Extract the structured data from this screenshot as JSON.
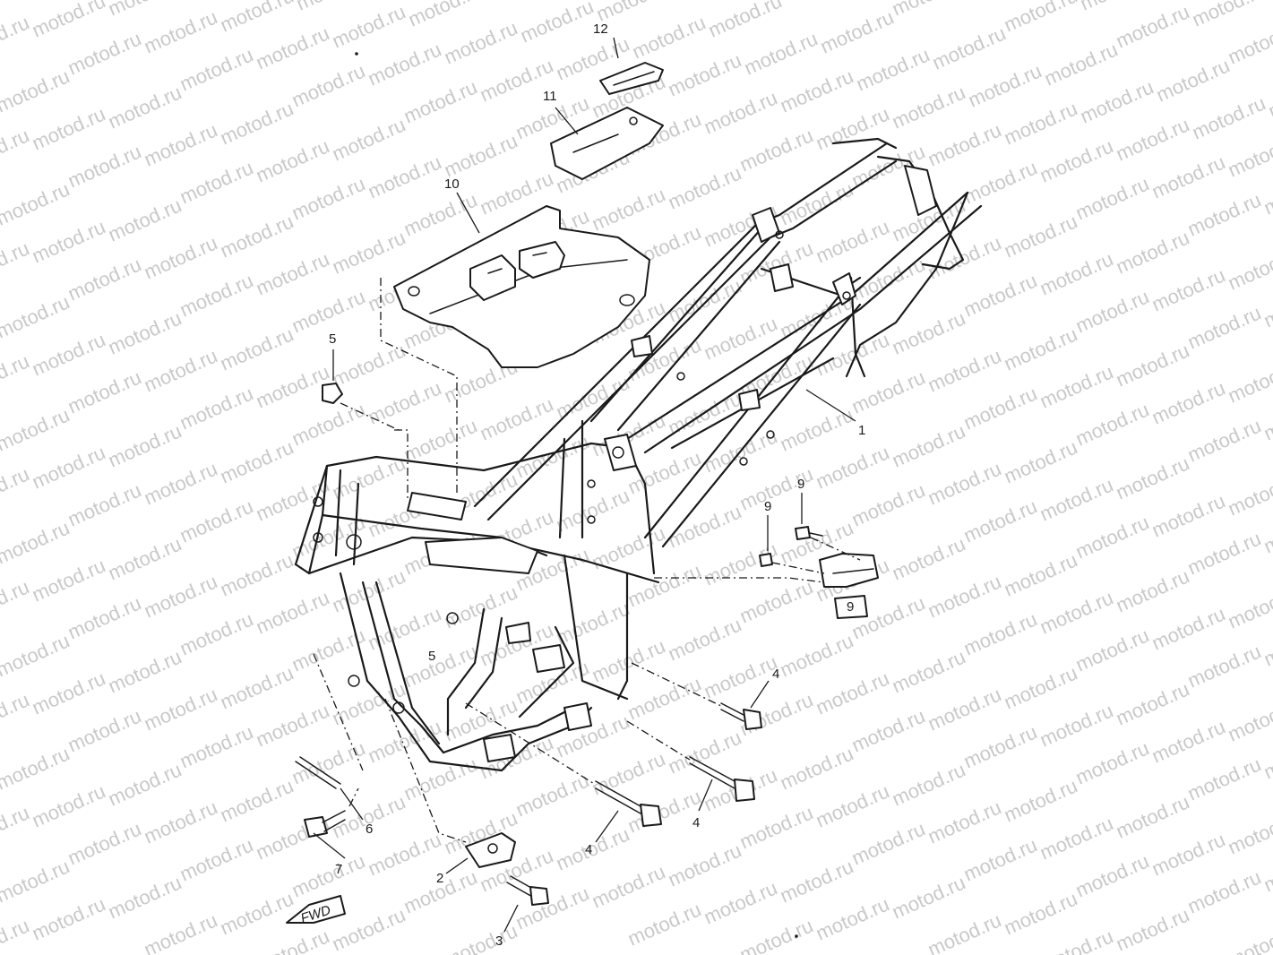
{
  "watermark": {
    "text": "motod.ru",
    "color": "#c9c9c9"
  },
  "diagram": {
    "line_color": "#1a1a1a",
    "direction_badge": "FWD",
    "callouts": [
      {
        "id": "c1",
        "label": "1"
      },
      {
        "id": "c2",
        "label": "2"
      },
      {
        "id": "c3",
        "label": "3"
      },
      {
        "id": "c4a",
        "label": "4"
      },
      {
        "id": "c4b",
        "label": "4"
      },
      {
        "id": "c4c",
        "label": "4"
      },
      {
        "id": "c5a",
        "label": "5"
      },
      {
        "id": "c5b",
        "label": "5"
      },
      {
        "id": "c6",
        "label": "6"
      },
      {
        "id": "c7",
        "label": "7"
      },
      {
        "id": "c9a",
        "label": "9"
      },
      {
        "id": "c9b",
        "label": "9"
      },
      {
        "id": "c10",
        "label": "10"
      },
      {
        "id": "c11",
        "label": "11"
      },
      {
        "id": "c12",
        "label": "12"
      },
      {
        "id": "c9box",
        "label": "9"
      }
    ]
  }
}
